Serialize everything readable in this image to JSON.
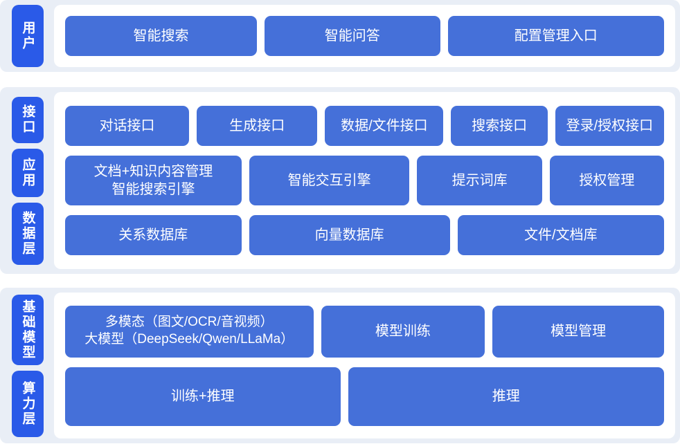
{
  "colors": {
    "band_bg": "#e9eef6",
    "pill_bg": "#2a5ae8",
    "block_bg": "#4570d9",
    "text": "#ffffff",
    "page_bg": "#ffffff"
  },
  "sections": [
    {
      "pills": [
        {
          "label": "用户"
        }
      ],
      "rows": [
        {
          "blocks": [
            {
              "label": "智能搜索"
            },
            {
              "label": "智能问答"
            },
            {
              "label": "配置管理入口"
            }
          ]
        }
      ]
    },
    {
      "pills": [
        {
          "label": "接口"
        },
        {
          "label": "应用"
        },
        {
          "label": "数据层"
        }
      ],
      "rows": [
        {
          "blocks": [
            {
              "label": "对话接口"
            },
            {
              "label": "生成接口"
            },
            {
              "label": "数据/文件接口"
            },
            {
              "label": "搜索接口"
            },
            {
              "label": "登录/授权接口"
            }
          ]
        },
        {
          "blocks": [
            {
              "label": "文档+知识内容管理\n智能搜索引擎"
            },
            {
              "label": "智能交互引擎"
            },
            {
              "label": "提示词库"
            },
            {
              "label": "授权管理"
            }
          ]
        },
        {
          "blocks": [
            {
              "label": "关系数据库"
            },
            {
              "label": "向量数据库"
            },
            {
              "label": "文件/文档库"
            }
          ]
        }
      ]
    },
    {
      "pills": [
        {
          "label": "基础模型"
        },
        {
          "label": "算力层"
        }
      ],
      "rows": [
        {
          "blocks": [
            {
              "label": "多模态（图文/OCR/音视频）\n大模型（DeepSeek/Qwen/LLaMa）"
            },
            {
              "label": "模型训练"
            },
            {
              "label": "模型管理"
            }
          ]
        },
        {
          "blocks": [
            {
              "label": "训练+推理"
            },
            {
              "label": "推理"
            }
          ]
        }
      ]
    }
  ]
}
